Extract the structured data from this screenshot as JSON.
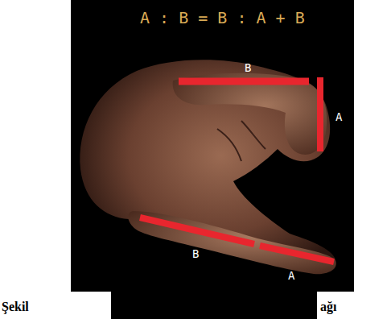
{
  "diagram": {
    "title": "A : B = B : A + B",
    "labels": [
      "B",
      "A",
      "B",
      "A",
      "Şekil",
      "ağı"
    ]
  }
}
